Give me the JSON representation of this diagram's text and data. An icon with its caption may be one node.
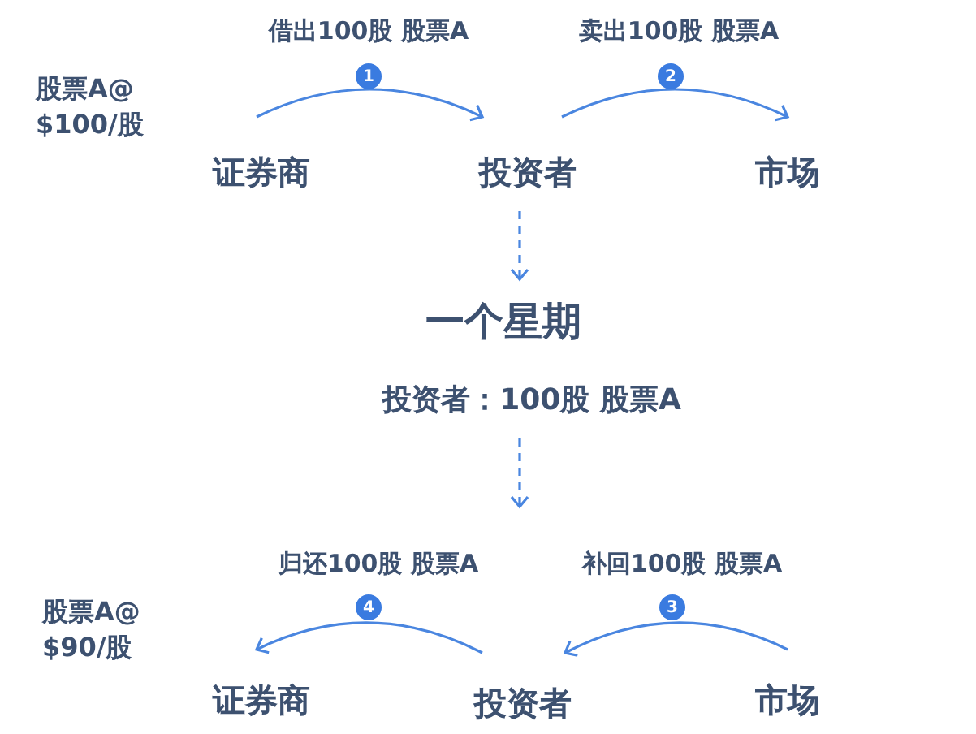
{
  "diagram": {
    "nodes": [
      {
        "text": [
          "证券商"
        ]
      },
      {
        "text": [
          "投资者"
        ]
      },
      {
        "text": [
          "市场"
        ]
      },
      {
        "text": [
          "一个星期"
        ]
      },
      {
        "text": [
          "投资者：100股 股票A"
        ]
      },
      {
        "text": [
          "证券商"
        ]
      },
      {
        "text": [
          "投资者"
        ]
      },
      {
        "text": [
          "市场"
        ]
      }
    ],
    "edges": [
      {
        "from": 0,
        "to": 1,
        "arrow": "to",
        "label": "借出100股 股票A"
      },
      {
        "from": 1,
        "to": 2,
        "arrow": "to",
        "label": "卖出100股 股票A"
      },
      {
        "from": 1,
        "to": 3,
        "arrow": "to",
        "style": "dashed"
      },
      {
        "from": 4,
        "to": null,
        "arrow": "to",
        "style": "dashed"
      },
      {
        "from": 7,
        "to": 6,
        "arrow": "to",
        "label": "补回100股 股票A"
      },
      {
        "from": 6,
        "to": 5,
        "arrow": "to",
        "label": "归还100股 股票A"
      }
    ],
    "labels": [
      "股票A@ $100/股",
      "1",
      "2",
      "4",
      "3",
      "股票A@ $90/股"
    ]
  }
}
